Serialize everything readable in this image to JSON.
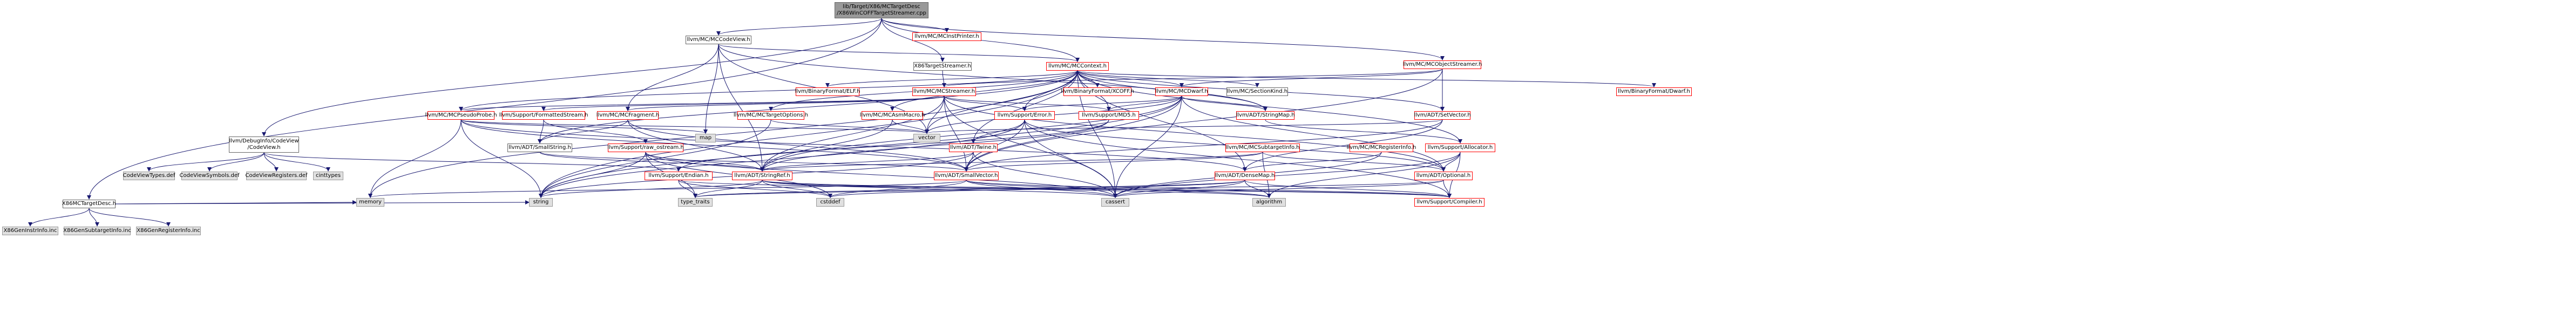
{
  "root": {
    "line1": "lib/Target/X86/MCTargetDesc",
    "line2": "/X86WinCOFFTargetStreamer.cpp"
  },
  "nodes": {
    "mccodeview": "llvm/MC/MCCodeView.h",
    "mcinstprinter": "llvm/MC/MCInstPrinter.h",
    "mccontext": "llvm/MC/MCContext.h",
    "mcobjectstreamer": "llvm/MC/MCObjectStreamer.h",
    "x86targetstreamer": "X86TargetStreamer.h",
    "codeview": "llvm/DebugInfo/CodeView\n/CodeView.h",
    "x86mctargetdesc": "X86MCTargetDesc.h",
    "binaryformatelf": "llvm/BinaryFormat/ELF.h",
    "mcstreamer": "llvm/MC/MCStreamer.h",
    "binaryformatxcoff": "llvm/BinaryFormat/XCOFF.h",
    "mcdwarf": "llvm/MC/MCDwarf.h",
    "mcsectionkind": "llvm/MC/SectionKind.h",
    "mcpseudoprobe": "llvm/MC/MCPseudoProbe.h",
    "formattedstream": "llvm/Support/FormattedStream.h",
    "mcfragment": "llvm/MC/MCFragment.h",
    "mctargetoptions": "llvm/MC/MCTargetOptions.h",
    "mcasmmacro": "llvm/MC/MCAsmMacro.h",
    "supporterror": "llvm/Support/Error.h",
    "supportmd5": "llvm/Support/MD5.h",
    "stringmap": "llvm/ADT/StringMap.h",
    "setvector": "llvm/ADT/SetVector.h",
    "binaryformatdwarf": "llvm/BinaryFormat/Dwarf.h",
    "map": "map",
    "vector": "vector",
    "smallstring": "llvm/ADT/SmallString.h",
    "rawostream": "llvm/Support/raw_ostream.h",
    "twine": "llvm/ADT/Twine.h",
    "mcsubtargetinfo": "llvm/MC/MCSubtargetInfo.h",
    "mcregisterinfo": "llvm/MC/MCRegisterInfo.h",
    "supportallocator": "llvm/Support/Allocator.h",
    "codeviewtypes": "CodeViewTypes.def",
    "codeviewsymbols": "CodeViewSymbols.def",
    "codeviewregisters": "CodeViewRegisters.def",
    "cinttypes": "cinttypes",
    "supportendian": "llvm/Support/Endian.h",
    "stringref": "llvm/ADT/StringRef.h",
    "smallvector": "llvm/ADT/SmallVector.h",
    "densemap": "llvm/ADT/DenseMap.h",
    "optional": "llvm/ADT/Optional.h",
    "x86geninstrinfo": "X86GenInstrInfo.inc",
    "x86gensubtargetinfo": "X86GenSubtargetInfo.inc",
    "x86genregisterinfo": "X86GenRegisterInfo.inc",
    "memory": "memory",
    "string": "string",
    "typetraits": "type_traits",
    "cstddef": "cstddef",
    "cassert": "cassert",
    "algorithm": "algorithm",
    "supportcompiler": "llvm/Support/Compiler.h"
  },
  "colors": {
    "edge": "#191970",
    "red_border": "#ff0000",
    "grey_fill": "#e0e0e0",
    "root_fill": "#999999"
  }
}
